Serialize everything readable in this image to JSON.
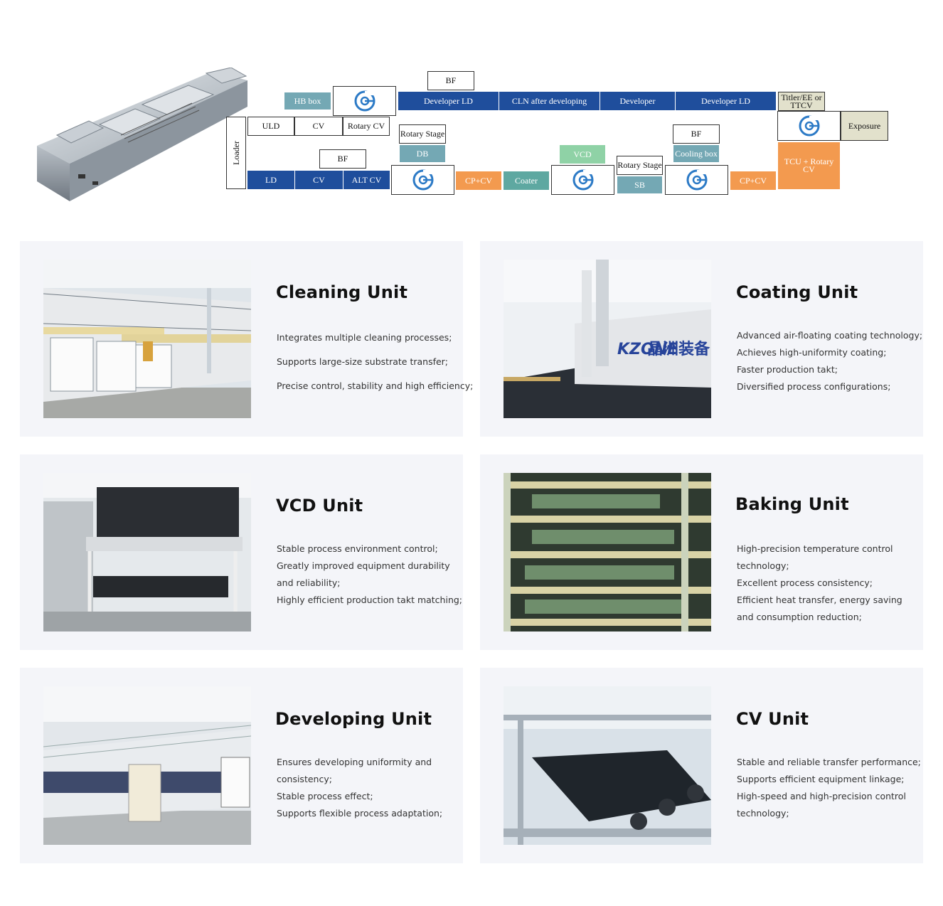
{
  "diagram": {
    "blocks": {
      "bf_top": "BF",
      "hb_box": "HB box",
      "developer_ld_1": "Developer LD",
      "cln_after": "CLN after developing",
      "developer": "Developer",
      "developer_ld_2": "Developer LD",
      "titler": "Titler/EE or TTCV",
      "exposure": "Exposure",
      "uld": "ULD",
      "cv_top": "CV",
      "rotary_cv": "Rotary CV",
      "rotary_stage_1": "Rotary Stage",
      "db": "DB",
      "loader": "Loader",
      "bf_mid": "BF",
      "bf_right": "BF",
      "cooling_box": "Cooling box",
      "vcd": "VCD",
      "rotary_stage_2": "Rotary Stage",
      "tcu": "TCU + Rotary CV",
      "ld": "LD",
      "cv_bottom": "CV",
      "alt_cv": "ALT CV",
      "cpcv_1": "CP+CV",
      "coater": "Coater",
      "sb": "SB",
      "cpcv_2": "CP+CV"
    },
    "colors": {
      "blue": "#1f4e9c",
      "teal": "#74a8b4",
      "orange": "#f39a4f",
      "green": "#8fd2a6",
      "khaki": "#e2e1cc"
    }
  },
  "cards": [
    {
      "title": "Cleaning Unit",
      "lines": [
        "Integrates multiple cleaning processes;",
        "Supports large-size substrate transfer;",
        "Precise control, stability and high efficiency;"
      ]
    },
    {
      "title": "Coating Unit",
      "lines": [
        "Advanced air-floating coating technology;",
        "Achieves high-uniformity coating;",
        "Faster production takt;",
        "Diversified process configurations;"
      ]
    },
    {
      "title": "VCD Unit",
      "lines": [
        "Stable process environment control;",
        "Greatly improved equipment durability",
        "and reliability;",
        "Highly efficient production takt matching;"
      ]
    },
    {
      "title": "Baking Unit",
      "lines": [
        "High-precision temperature control",
        "technology;",
        "Excellent process consistency;",
        "Efficient heat transfer, energy saving",
        "and consumption reduction;"
      ]
    },
    {
      "title": "Developing Unit",
      "lines": [
        "Ensures developing uniformity and",
        "consistency;",
        "Stable process effect;",
        "Supports flexible process adaptation;"
      ]
    },
    {
      "title": "CV Unit",
      "lines": [
        "Stable and reliable transfer performance;",
        "Supports efficient equipment linkage;",
        "High-speed and high-precision control",
        "technology;"
      ]
    }
  ],
  "photo_labels": {
    "brand_cn": "晶洲装备",
    "brand_en": "KZONE"
  }
}
